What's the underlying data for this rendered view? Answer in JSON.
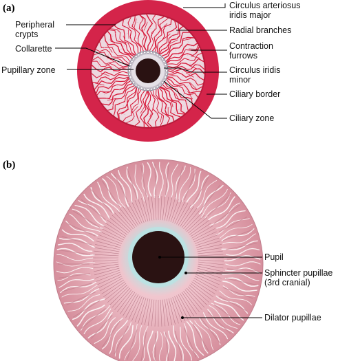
{
  "panels": [
    {
      "id": "a",
      "label": "(a)",
      "labels": [
        {
          "key": "circulus-arteriosus",
          "lines": [
            "Circulus arteriosus",
            "iridis major"
          ]
        },
        {
          "key": "peripheral-crypts",
          "lines": [
            "Peripheral",
            "crypts"
          ]
        },
        {
          "key": "radial-branches",
          "lines": [
            "Radial branches"
          ]
        },
        {
          "key": "collarette",
          "lines": [
            "Collarette"
          ]
        },
        {
          "key": "contraction-furrows",
          "lines": [
            "Contraction",
            "furrows"
          ]
        },
        {
          "key": "pupillary-zone",
          "lines": [
            "Pupillary zone"
          ]
        },
        {
          "key": "circulus-iridis-minor",
          "lines": [
            "Circulus iridis",
            "minor"
          ]
        },
        {
          "key": "ciliary-border",
          "lines": [
            "Ciliary border"
          ]
        },
        {
          "key": "ciliary-zone",
          "lines": [
            "Ciliary zone"
          ]
        }
      ]
    },
    {
      "id": "b",
      "label": "(b)",
      "labels": [
        {
          "key": "pupil",
          "lines": [
            "Pupil"
          ]
        },
        {
          "key": "sphincter-pupillae",
          "lines": [
            "Sphincter pupillae",
            "(3rd cranial)"
          ]
        },
        {
          "key": "dilator-pupillae",
          "lines": [
            "Dilator pupillae"
          ]
        }
      ]
    }
  ],
  "colors": {
    "ciliary_ring": "#d4244a",
    "iris_a": "#f2e3e8",
    "vessels": "#d71b3b",
    "pupil": "#2a1212",
    "iris_b_outer": "#dc9aa6",
    "iris_b_inner": "#efc0c9",
    "sphincter": "#aee3e3"
  }
}
